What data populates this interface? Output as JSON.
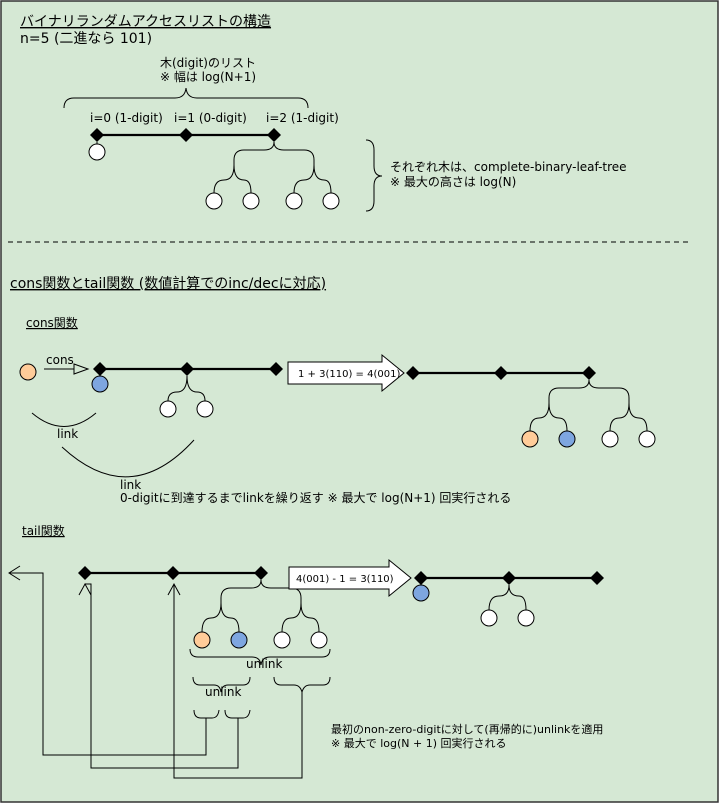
{
  "title": "バイナリランダムアクセスリストの構造",
  "subtitle": "n=5 (二進なら 101)",
  "top": {
    "list_label_1": "木(digit)のリスト",
    "list_label_2": "※ 幅は log(N+1)",
    "digit_0": "i=0 (1-digit)",
    "digit_1": "i=1 (0-digit)",
    "digit_2": "i=2 (1-digit)",
    "tree_note_1": "それぞれ木は、complete-binary-leaf-tree",
    "tree_note_2": "※ 最大の高さは log(N)"
  },
  "section2_title": "cons関数とtail関数 (数値計算でのinc/decに対応)",
  "cons": {
    "heading": "cons関数",
    "arrow_label": "cons",
    "link_label_1": "link",
    "link_label_2": "link",
    "note": "0-digitに到達するまでlinkを繰り返す ※ 最大で log(N+1) 回実行される",
    "calc": "1 + 3(110) = 4(001)"
  },
  "tail": {
    "heading": "tail関数",
    "calc": "4(001) - 1 = 3(110)",
    "unlink_label_1": "unlink",
    "unlink_label_2": "unlink",
    "note_1": "最初のnon-zero-digitに対して(再帰的に)unlinkを適用",
    "note_2": "※ 最大で log(N + 1) 回実行される"
  },
  "colors": {
    "background": "#d5e8d4",
    "border": "#333333",
    "node_white": "#ffffff",
    "node_orange": "#ffcc99",
    "node_blue": "#7ea6e0"
  }
}
